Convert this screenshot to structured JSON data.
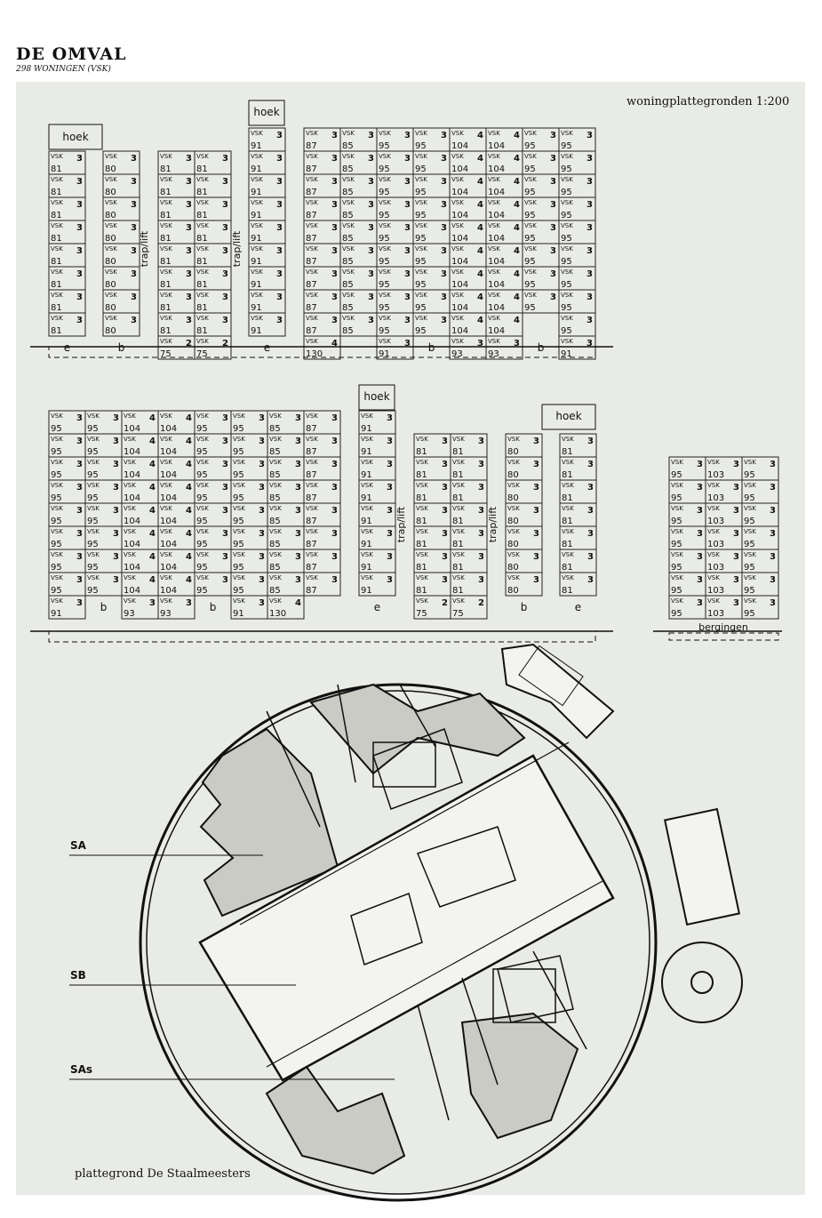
{
  "header": {
    "title": "DE OMVAL",
    "subtitle": "298 WONINGEN (VSK)"
  },
  "scale_label": "woningplattegronden 1:200",
  "plan_caption": "plattegrond De Staalmeesters",
  "zone_labels": [
    "SA",
    "SB",
    "SAs"
  ],
  "tags": {
    "hoek": "hoek",
    "trap": "trap/lift",
    "bergingen": "bergingen",
    "vsk": "VSK"
  },
  "block1": {
    "rows": [
      [
        [
          "81",
          "3"
        ],
        null,
        [
          "80",
          "3"
        ],
        null,
        [
          "81",
          "3"
        ],
        [
          "81",
          "3"
        ],
        null,
        [
          "91",
          "3"
        ],
        null,
        [
          "87",
          "3"
        ],
        [
          "85",
          "3"
        ],
        [
          "95",
          "3"
        ],
        [
          "95",
          "3"
        ],
        [
          "104",
          "4"
        ],
        [
          "104",
          "4"
        ],
        [
          "95",
          "3"
        ],
        [
          "95",
          "3"
        ]
      ],
      [
        [
          "81",
          "3"
        ],
        null,
        [
          "80",
          "3"
        ],
        null,
        [
          "81",
          "3"
        ],
        [
          "81",
          "3"
        ],
        null,
        [
          "91",
          "3"
        ],
        null,
        [
          "87",
          "3"
        ],
        [
          "85",
          "3"
        ],
        [
          "95",
          "3"
        ],
        [
          "95",
          "3"
        ],
        [
          "104",
          "4"
        ],
        [
          "104",
          "4"
        ],
        [
          "95",
          "3"
        ],
        [
          "95",
          "3"
        ]
      ],
      [
        [
          "81",
          "3"
        ],
        null,
        [
          "80",
          "3"
        ],
        null,
        [
          "81",
          "3"
        ],
        [
          "81",
          "3"
        ],
        null,
        [
          "91",
          "3"
        ],
        null,
        [
          "87",
          "3"
        ],
        [
          "85",
          "3"
        ],
        [
          "95",
          "3"
        ],
        [
          "95",
          "3"
        ],
        [
          "104",
          "4"
        ],
        [
          "104",
          "4"
        ],
        [
          "95",
          "3"
        ],
        [
          "95",
          "3"
        ]
      ],
      [
        [
          "81",
          "3"
        ],
        null,
        [
          "80",
          "3"
        ],
        null,
        [
          "81",
          "3"
        ],
        [
          "81",
          "3"
        ],
        null,
        [
          "91",
          "3"
        ],
        null,
        [
          "87",
          "3"
        ],
        [
          "85",
          "3"
        ],
        [
          "95",
          "3"
        ],
        [
          "95",
          "3"
        ],
        [
          "104",
          "4"
        ],
        [
          "104",
          "4"
        ],
        [
          "95",
          "3"
        ],
        [
          "95",
          "3"
        ]
      ],
      [
        [
          "81",
          "3"
        ],
        null,
        [
          "80",
          "3"
        ],
        null,
        [
          "81",
          "3"
        ],
        [
          "81",
          "3"
        ],
        null,
        [
          "91",
          "3"
        ],
        null,
        [
          "87",
          "3"
        ],
        [
          "85",
          "3"
        ],
        [
          "95",
          "3"
        ],
        [
          "95",
          "3"
        ],
        [
          "104",
          "4"
        ],
        [
          "104",
          "4"
        ],
        [
          "95",
          "3"
        ],
        [
          "95",
          "3"
        ]
      ],
      [
        [
          "81",
          "3"
        ],
        null,
        [
          "80",
          "3"
        ],
        null,
        [
          "81",
          "3"
        ],
        [
          "81",
          "3"
        ],
        null,
        [
          "91",
          "3"
        ],
        null,
        [
          "87",
          "3"
        ],
        [
          "85",
          "3"
        ],
        [
          "95",
          "3"
        ],
        [
          "95",
          "3"
        ],
        [
          "104",
          "4"
        ],
        [
          "104",
          "4"
        ],
        [
          "95",
          "3"
        ],
        [
          "95",
          "3"
        ]
      ],
      [
        [
          "81",
          "3"
        ],
        null,
        [
          "80",
          "3"
        ],
        null,
        [
          "81",
          "3"
        ],
        [
          "81",
          "3"
        ],
        null,
        [
          "91",
          "3"
        ],
        null,
        [
          "87",
          "3"
        ],
        [
          "85",
          "3"
        ],
        [
          "95",
          "3"
        ],
        [
          "95",
          "3"
        ],
        [
          "104",
          "4"
        ],
        [
          "104",
          "4"
        ],
        [
          "95",
          "3"
        ],
        [
          "95",
          "3"
        ]
      ],
      [
        [
          "81",
          "3"
        ],
        null,
        [
          "80",
          "3"
        ],
        null,
        [
          "81",
          "3"
        ],
        [
          "81",
          "3"
        ],
        null,
        [
          "91",
          "3"
        ],
        null,
        [
          "87",
          "3"
        ],
        [
          "85",
          "3"
        ],
        [
          "95",
          "3"
        ],
        [
          "95",
          "3"
        ],
        [
          "104",
          "4"
        ],
        [
          "104",
          "4"
        ],
        null,
        [
          "95",
          "3"
        ]
      ]
    ],
    "bottom": [
      [
        "e",
        0,
        1
      ],
      [
        "b",
        2,
        1
      ],
      [
        "75",
        "2",
        4
      ],
      [
        "75",
        "2",
        5
      ],
      [
        "e",
        7,
        1
      ],
      [
        "130",
        "4",
        9
      ],
      [
        "91",
        "3",
        11
      ],
      [
        "b",
        12,
        1
      ],
      [
        "93",
        "3",
        13
      ],
      [
        "93",
        "3",
        14
      ],
      [
        "b",
        15,
        1
      ],
      [
        "91",
        "3",
        16
      ]
    ]
  },
  "block2": {
    "rows": [
      [
        [
          "95",
          "3"
        ],
        [
          "95",
          "3"
        ],
        [
          "104",
          "4"
        ],
        [
          "104",
          "4"
        ],
        [
          "95",
          "3"
        ],
        [
          "95",
          "3"
        ],
        [
          "85",
          "3"
        ],
        [
          "87",
          "3"
        ],
        null,
        [
          "91",
          "3"
        ],
        null,
        null,
        null,
        null,
        null,
        null,
        null
      ],
      [
        [
          "95",
          "3"
        ],
        [
          "95",
          "3"
        ],
        [
          "104",
          "4"
        ],
        [
          "104",
          "4"
        ],
        [
          "95",
          "3"
        ],
        [
          "95",
          "3"
        ],
        [
          "85",
          "3"
        ],
        [
          "87",
          "3"
        ],
        null,
        [
          "91",
          "3"
        ],
        null,
        [
          "81",
          "3"
        ],
        [
          "81",
          "3"
        ],
        null,
        [
          "80",
          "3"
        ],
        null,
        [
          "81",
          "3"
        ]
      ],
      [
        [
          "95",
          "3"
        ],
        [
          "95",
          "3"
        ],
        [
          "104",
          "4"
        ],
        [
          "104",
          "4"
        ],
        [
          "95",
          "3"
        ],
        [
          "95",
          "3"
        ],
        [
          "85",
          "3"
        ],
        [
          "87",
          "3"
        ],
        null,
        [
          "91",
          "3"
        ],
        null,
        [
          "81",
          "3"
        ],
        [
          "81",
          "3"
        ],
        null,
        [
          "80",
          "3"
        ],
        null,
        [
          "81",
          "3"
        ]
      ],
      [
        [
          "95",
          "3"
        ],
        [
          "95",
          "3"
        ],
        [
          "104",
          "4"
        ],
        [
          "104",
          "4"
        ],
        [
          "95",
          "3"
        ],
        [
          "95",
          "3"
        ],
        [
          "85",
          "3"
        ],
        [
          "87",
          "3"
        ],
        null,
        [
          "91",
          "3"
        ],
        null,
        [
          "81",
          "3"
        ],
        [
          "81",
          "3"
        ],
        null,
        [
          "80",
          "3"
        ],
        null,
        [
          "81",
          "3"
        ]
      ],
      [
        [
          "95",
          "3"
        ],
        [
          "95",
          "3"
        ],
        [
          "104",
          "4"
        ],
        [
          "104",
          "4"
        ],
        [
          "95",
          "3"
        ],
        [
          "95",
          "3"
        ],
        [
          "85",
          "3"
        ],
        [
          "87",
          "3"
        ],
        null,
        [
          "91",
          "3"
        ],
        null,
        [
          "81",
          "3"
        ],
        [
          "81",
          "3"
        ],
        null,
        [
          "80",
          "3"
        ],
        null,
        [
          "81",
          "3"
        ]
      ],
      [
        [
          "95",
          "3"
        ],
        [
          "95",
          "3"
        ],
        [
          "104",
          "4"
        ],
        [
          "104",
          "4"
        ],
        [
          "95",
          "3"
        ],
        [
          "95",
          "3"
        ],
        [
          "85",
          "3"
        ],
        [
          "87",
          "3"
        ],
        null,
        [
          "91",
          "3"
        ],
        null,
        [
          "81",
          "3"
        ],
        [
          "81",
          "3"
        ],
        null,
        [
          "80",
          "3"
        ],
        null,
        [
          "81",
          "3"
        ]
      ],
      [
        [
          "95",
          "3"
        ],
        [
          "95",
          "3"
        ],
        [
          "104",
          "4"
        ],
        [
          "104",
          "4"
        ],
        [
          "95",
          "3"
        ],
        [
          "95",
          "3"
        ],
        [
          "85",
          "3"
        ],
        [
          "87",
          "3"
        ],
        null,
        [
          "91",
          "3"
        ],
        null,
        [
          "81",
          "3"
        ],
        [
          "81",
          "3"
        ],
        null,
        [
          "80",
          "3"
        ],
        null,
        [
          "81",
          "3"
        ]
      ],
      [
        [
          "95",
          "3"
        ],
        [
          "95",
          "3"
        ],
        [
          "104",
          "4"
        ],
        [
          "104",
          "4"
        ],
        [
          "95",
          "3"
        ],
        [
          "95",
          "3"
        ],
        [
          "85",
          "3"
        ],
        [
          "87",
          "3"
        ],
        null,
        [
          "91",
          "3"
        ],
        null,
        [
          "81",
          "3"
        ],
        [
          "81",
          "3"
        ],
        null,
        [
          "80",
          "3"
        ],
        null,
        [
          "81",
          "3"
        ]
      ]
    ],
    "bottom": [
      [
        "91",
        "3",
        0
      ],
      [
        "b",
        1,
        1
      ],
      [
        "93",
        "3",
        2
      ],
      [
        "93",
        "3",
        3
      ],
      [
        "b",
        4,
        1
      ],
      [
        "91",
        "3",
        5
      ],
      [
        "130",
        "4",
        6
      ],
      [
        "e",
        9,
        1
      ],
      [
        "75",
        "2",
        11
      ],
      [
        "75",
        "2",
        12
      ],
      [
        "b",
        14,
        1
      ],
      [
        "e",
        16,
        1
      ]
    ]
  },
  "block3": {
    "rows": [
      [
        [
          "95",
          "3"
        ],
        [
          "103",
          "3"
        ],
        [
          "95",
          "3"
        ]
      ],
      [
        [
          "95",
          "3"
        ],
        [
          "103",
          "3"
        ],
        [
          "95",
          "3"
        ]
      ],
      [
        [
          "95",
          "3"
        ],
        [
          "103",
          "3"
        ],
        [
          "95",
          "3"
        ]
      ],
      [
        [
          "95",
          "3"
        ],
        [
          "103",
          "3"
        ],
        [
          "95",
          "3"
        ]
      ],
      [
        [
          "95",
          "3"
        ],
        [
          "103",
          "3"
        ],
        [
          "95",
          "3"
        ]
      ],
      [
        [
          "95",
          "3"
        ],
        [
          "103",
          "3"
        ],
        [
          "95",
          "3"
        ]
      ],
      [
        [
          "95",
          "3"
        ],
        [
          "103",
          "3"
        ],
        [
          "95",
          "3"
        ]
      ]
    ]
  }
}
